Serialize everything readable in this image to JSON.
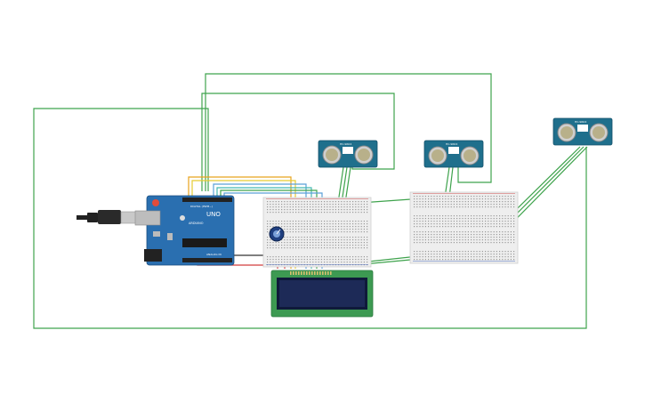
{
  "colors": {
    "background": "#ffffff",
    "wire_green": "#3fa34d",
    "wire_orange": "#e8a31d",
    "wire_yellow": "#e6cc32",
    "wire_blue": "#5aa0d8",
    "wire_teal": "#45b9b0",
    "wire_red": "#d23c3c",
    "wire_black": "#333333",
    "board_blue": "#2a6fb0",
    "sensor_teal": "#1f6f8c",
    "lcd_green": "#3d9a52",
    "lcd_screen": "#1d2a57",
    "breadboard": "#eeeeee"
  },
  "arduino": {
    "logo_text": "UNO",
    "brand_text": "ARDUINO",
    "digital_text": "DIGITAL (PWM~)",
    "analog_text": "ANALOG IN"
  },
  "sensors": [
    {
      "id": "sensor-1",
      "label": "HC-SR04"
    },
    {
      "id": "sensor-2",
      "label": "HC-SR04"
    },
    {
      "id": "sensor-3",
      "label": "HC-SR04"
    }
  ],
  "components": {
    "potentiometer": "potentiometer",
    "lcd": "lcd-16x2",
    "breadboard_left": "breadboard-left",
    "breadboard_right": "breadboard-right",
    "usb_cable": "usb-cable"
  }
}
